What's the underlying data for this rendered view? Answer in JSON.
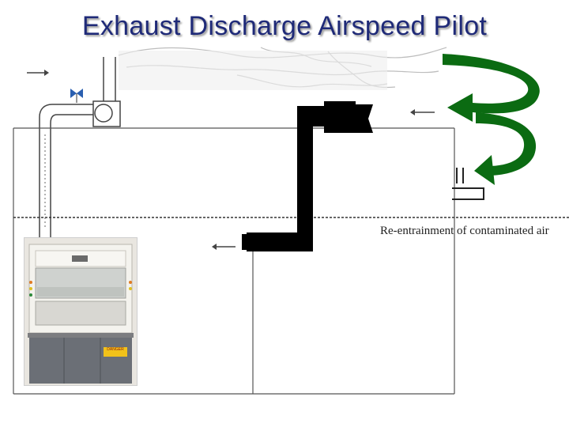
{
  "title": "Exhaust Discharge Airspeed Pilot",
  "caption": "Re-entrainment of contaminated air",
  "photo_label": "DANGER",
  "colors": {
    "title": "#1f2a78",
    "arrow_green": "#0b6b12",
    "duct": "#000000",
    "line": "#555555",
    "plume": "#d9d9d9"
  },
  "icons": [
    "bowtie-valve-icon",
    "airflow-arrow-icon",
    "green-curved-arrow-icon"
  ]
}
